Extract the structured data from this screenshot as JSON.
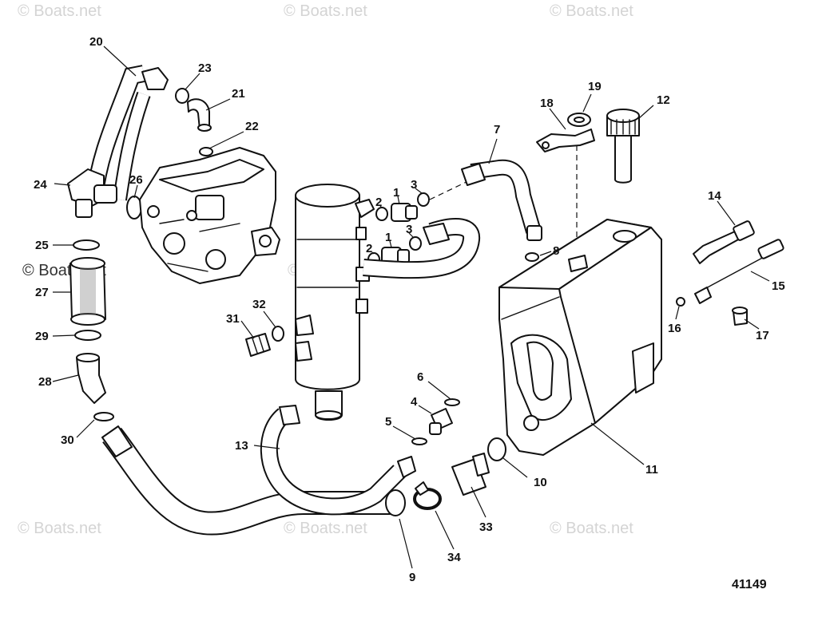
{
  "watermark": "© Boats.net",
  "figure_number": "41149",
  "callouts": [
    "20",
    "23",
    "21",
    "22",
    "24",
    "26",
    "25",
    "27",
    "29",
    "28",
    "30",
    "31",
    "32",
    "2",
    "1",
    "3",
    "2",
    "1",
    "3",
    "7",
    "8",
    "18",
    "19",
    "12",
    "14",
    "15",
    "16",
    "17",
    "6",
    "4",
    "5",
    "13",
    "10",
    "33",
    "34",
    "9",
    "11"
  ]
}
